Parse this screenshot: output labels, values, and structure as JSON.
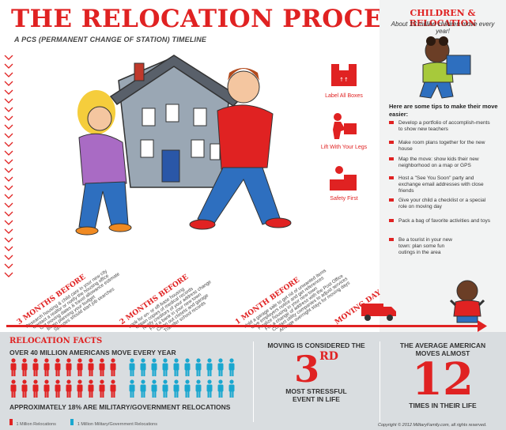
{
  "header": {
    "title": "THE RELOCATION PROCESS",
    "subtitle": "A PCS (PERMANENT CHANGE OF STATION) TIMELINE"
  },
  "colors": {
    "accent": "#e02222",
    "panel": "#f2f3f3",
    "bottom": "#d9dde0",
    "people_red": "#e02222",
    "people_blue": "#1aa7cf"
  },
  "side_icons": [
    {
      "icon": "box-icon",
      "label": "Label All Boxes"
    },
    {
      "icon": "lift-icon",
      "label": "Lift With Your Legs"
    },
    {
      "icon": "safety-icon",
      "label": "Safety First"
    }
  ],
  "children": {
    "title": "CHILDREN & RELOCATION",
    "subtitle": "About 13 million children move every year!",
    "tips_intro": "Here are some tips to make their move easier:",
    "tips": [
      "Develop a portfolio of accomplish-ments to show new teachers",
      "Make room plans together for the new house",
      "Map the move: show kids their new neighborhood on a map or GPS",
      "Host a \"See You Soon\" party and exchange email addresses with close friends",
      "Give your child a checklist or a special role on moving day",
      "Pack a bag of favorite activities and toys",
      "Be a tourist in your new town: plan some fun outings in the area"
    ]
  },
  "timeline": {
    "stages": [
      {
        "heading": "3 MONTHS BEFORE",
        "items": [
          "Research housing & child care in your new city",
          "Contact a realtor or notify the housing office",
          "Get moving dates & travel allowance estimate",
          "Begin planning your budget",
          "Spouses should start job searches"
        ]
      },
      {
        "heading": "2 MONTHS BEFORE",
        "items": [
          "Look for on- or off-base housing",
          "Obtain copies of medical records",
          "Notify creditors of your address change",
          "Find a bank in your new town",
          "Clean out closets and garage",
          "Transfer school records"
        ]
      },
      {
        "heading": "1 MONTH BEFORE",
        "items": [
          "Hold a garage sale to get rid of unwanted items",
          "Give employers notice and get references",
          "Finalize housing in your new town",
          "File a change of address with the Post Office",
          "Contact utility companies to adjust services",
          "Arrange overnight stays for moving days"
        ]
      },
      {
        "heading": "MOVING DAY",
        "items": []
      }
    ]
  },
  "facts": {
    "title": "RELOCATION FACTS",
    "americans": "OVER 40 MILLION AMERICANS MOVE EVERY YEAR",
    "military": "APPROXIMATELY 18% ARE MILITARY/GOVERNMENT RELOCATIONS",
    "legend_1": "1 Million Relocations",
    "legend_2": "1 Million Military/Government Relocations",
    "total_people": 40,
    "military_people": 7
  },
  "stat_1": {
    "top": "MOVING IS CONSIDERED THE",
    "big": "3",
    "sup": "RD",
    "bottom_1": "MOST STRESSFUL",
    "bottom_2": "EVENT IN LIFE"
  },
  "stat_2": {
    "top_1": "THE AVERAGE AMERICAN",
    "top_2": "MOVES ALMOST",
    "big": "12",
    "bottom": "TIMES IN THEIR LIFE"
  },
  "copyright": "Copyright © 2012 MilitaryFamily.com, all rights reserved."
}
